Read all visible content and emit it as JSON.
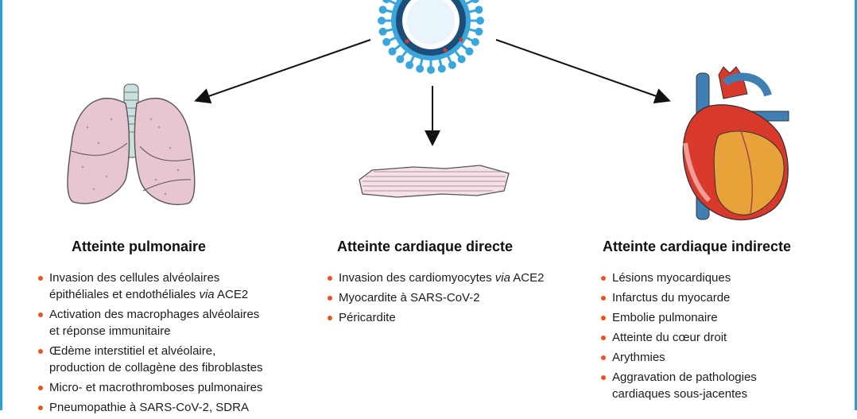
{
  "columns": [
    {
      "title": "Atteinte pulmonaire",
      "items": [
        {
          "text": "Invasion des cellules alvéolaires",
          "line2_pre": "épithéliales et endothéliales ",
          "line2_em": "via",
          "line2_post": " ACE2"
        },
        {
          "text": "Activation des macrophages alvéolaires",
          "line2_pre": "et réponse immunitaire"
        },
        {
          "text": "Œdème interstitiel et alvéolaire,",
          "line2_pre": "production de collagène des fibroblastes"
        },
        {
          "text": "Micro- et macrothromboses pulmonaires"
        },
        {
          "text": "Pneumopathie à SARS-CoV-2, SDRA"
        }
      ]
    },
    {
      "title": "Atteinte cardiaque directe",
      "items": [
        {
          "text": "Invasion des cardiomyocytes ",
          "em": "via",
          "post": " ACE2"
        },
        {
          "text": "Myocardite à SARS-CoV-2"
        },
        {
          "text": "Péricardite"
        }
      ]
    },
    {
      "title": "Atteinte cardiaque indirecte",
      "items": [
        {
          "text": "Lésions myocardiques"
        },
        {
          "text": "Infarctus du myocarde"
        },
        {
          "text": "Embolie pulmonaire"
        },
        {
          "text": "Atteinte du cœur droit"
        },
        {
          "text": "Arythmies"
        },
        {
          "text": "Aggravation de pathologies",
          "line2_pre": "cardiaques sous-jacentes"
        }
      ]
    }
  ],
  "icons": [
    "virus-icon",
    "lungs-icon",
    "cardiomyocyte-icon",
    "heart-icon"
  ],
  "colors": {
    "frame": "#2a9fd8",
    "bullet": "#e8541e",
    "virus_core": "#1d4e7a",
    "virus_spike": "#3aa6dc",
    "lung": "#e8c6d0",
    "heart_red": "#d8392b",
    "heart_gold": "#e8a23a",
    "vessel_blue": "#3f7fb3"
  }
}
